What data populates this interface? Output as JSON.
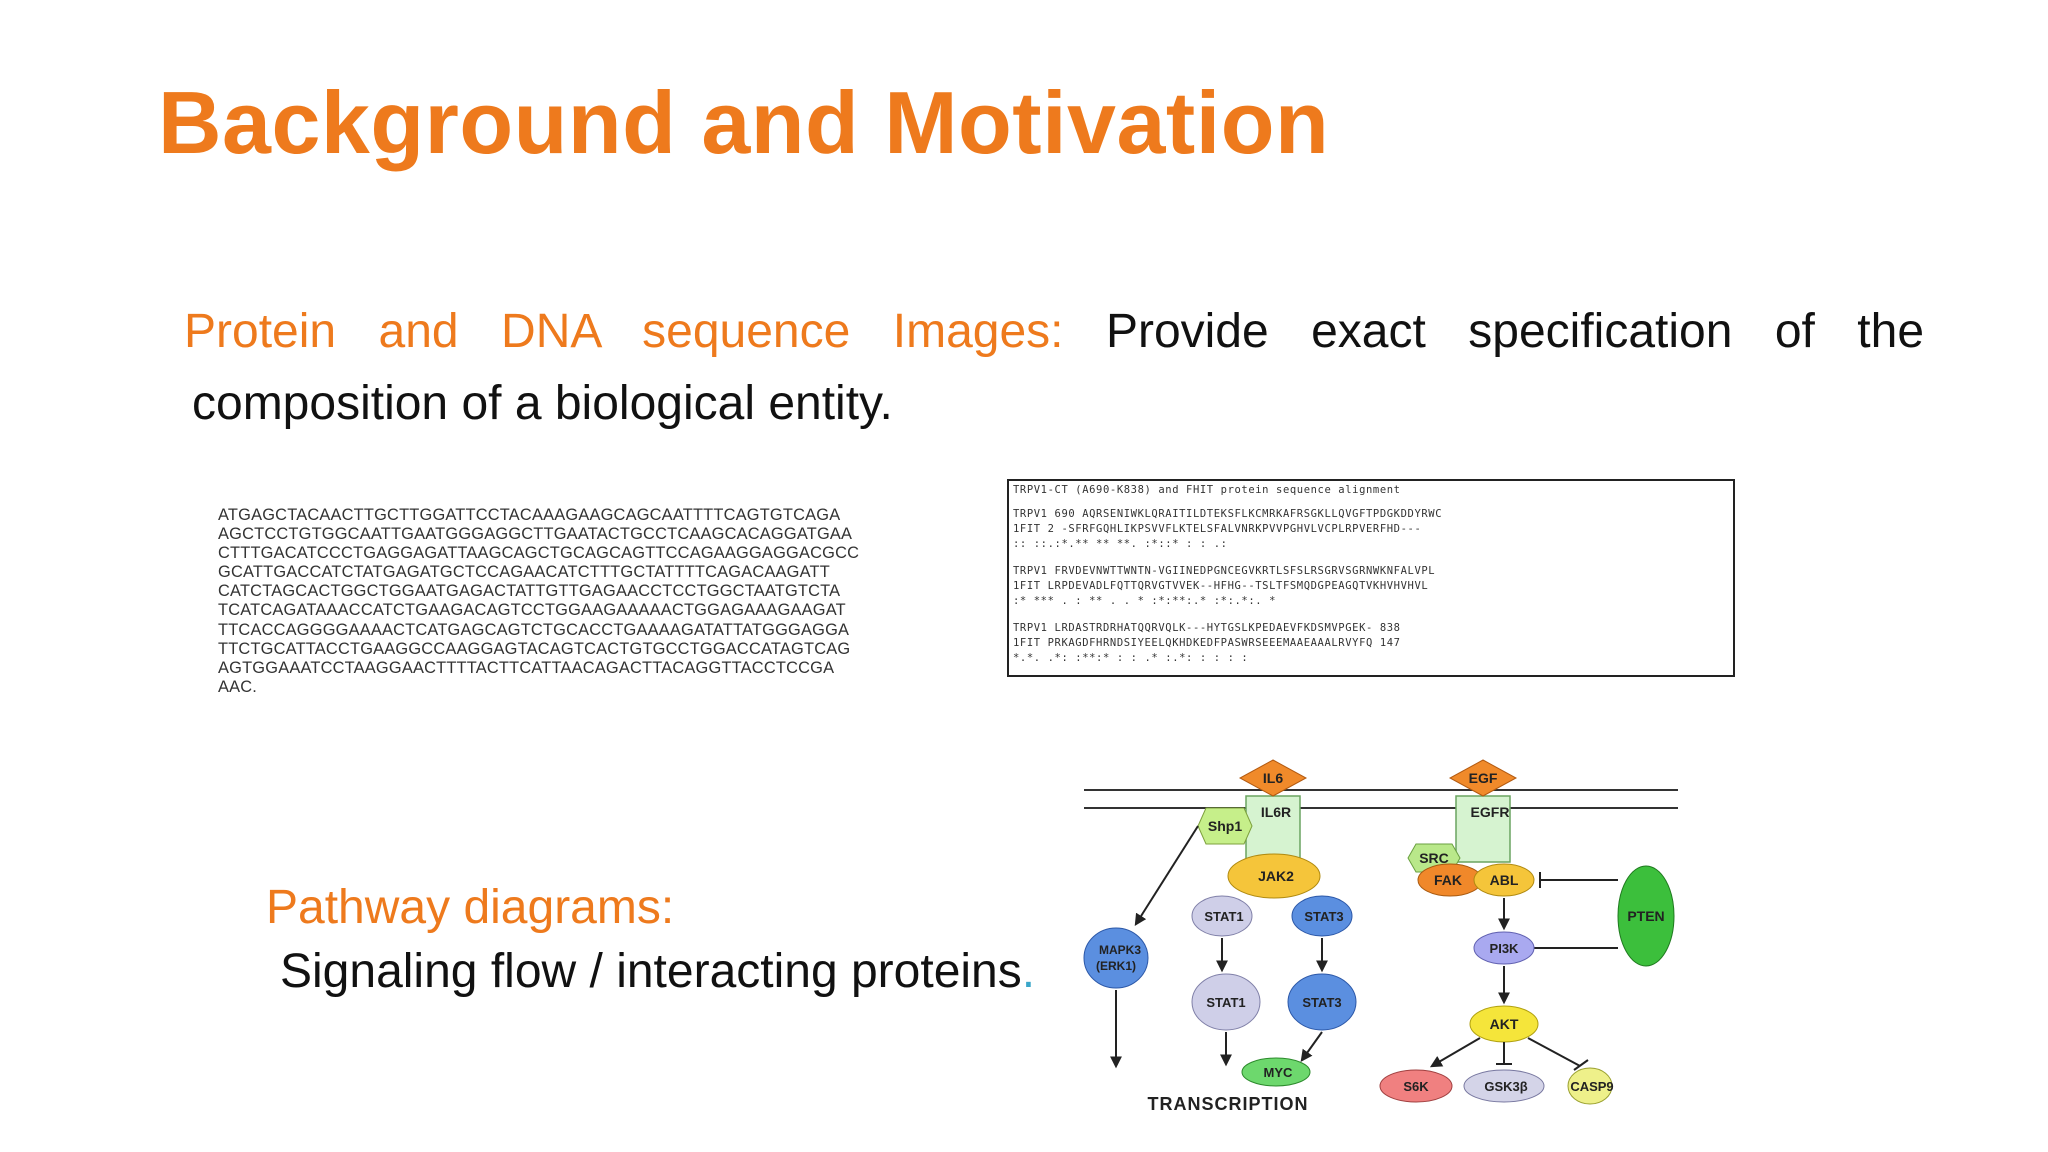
{
  "slide": {
    "title": "Background and Motivation",
    "para1": {
      "lead": "Protein and DNA sequence Images:",
      "rest_line1": "Provide exact specification of the",
      "line2": "composition of a biological entity."
    },
    "pathway": {
      "label": "Pathway diagrams:",
      "description": "Signaling flow / interacting proteins",
      "trailing_dot": "."
    }
  },
  "dna_sequence": [
    "ATGAGCTACAACTTGCTTGGATTCCTACAAAGAAGCAGCAATTTTCAGTGTCAGA",
    "AGCTCCTGTGGCAATTGAATGGGAGGCTTGAATACTGCCTCAAGCACAGGATGAA",
    "CTTTGACATCCCTGAGGAGATTAAGCAGCTGCAGCAGTTCCAGAAGGAGGACGCC",
    "GCATTGACCATCTATGAGATGCTCCAGAACATCTTTGCTATTTTCAGACAAGATT",
    "CATCTAGCACTGGCTGGAATGAGACTATTGTTGAGAACCTCCTGGCTAATGTCTA",
    "TCATCAGATAAACCATCTGAAGACAGTCCTGGAAGAAAAACTGGAGAAAGAAGAT",
    "TTCACCAGGGGAAAACTCATGAGCAGTCTGCACCTGAAAAGATATTATGGGAGGA",
    "TTCTGCATTACCTGAAGGCCAAGGAGTACAGTCACTGTGCCTGGACCATAGTCAG",
    "AGTGGAAATCCTAAGGAACTTTTACTTCATTAACAGACTTACAGGTTACCTCCGA",
    "AAC."
  ],
  "alignment": [
    "TRPV1-CT (A690-K838) and FHIT protein sequence alignment",
    "TRPV1  690  AQRSENIWKLQRAITILDTEKSFLKCMRKAFRSGKLLQVGFTPDGKDDYRWC",
    "1FIT     2  -SFRFGQHLIKPSVVFLKTELSFALVNRKPVVPGHVLVCPLRPVERFHD---",
    "                 :: ::.:*.** **    **. :*::*  : :  .:",
    "TRPV1  FRVDEVNWTTWNTN-VGIINEDPGNCEGVKRTLSFSLRSGRVSGRNWKNFALVPL",
    "1FIT   LRPDEVADLFQTTQRVGTVVEK--HFHG--TSLTFSMQDGPEAGQTVKHVHVHVL",
    "       :* ***   .   : ** .  .  *   :*:**:.*  :*:.*:. *",
    "TRPV1  LRDASTRDRHATQQRVQLK---HYTGSLKPEDAEVFKDSMVPGEK-   838",
    "1FIT   PRKAGDFHRNDSIYEELQKHDKEDFPASWRSEEEMAAEAAALRVYFQ   147",
    "        *.*.  .*: :**:* :  :  .*  :.*:  : : : :"
  ],
  "pathway_diagram": {
    "receptors": [
      "IL6",
      "EGF"
    ],
    "nodes": [
      "IL6R",
      "Shp1",
      "JAK2",
      "EGFR",
      "SRC",
      "FAK",
      "ABL",
      "PTEN",
      "STAT1",
      "STAT3",
      "STAT1",
      "STAT3",
      "MAPK3",
      "(ERK1)",
      "PI3K",
      "AKT",
      "MYC",
      "S6K",
      "GSK3β",
      "CASP9"
    ],
    "output": "TRANSCRIPTION"
  }
}
